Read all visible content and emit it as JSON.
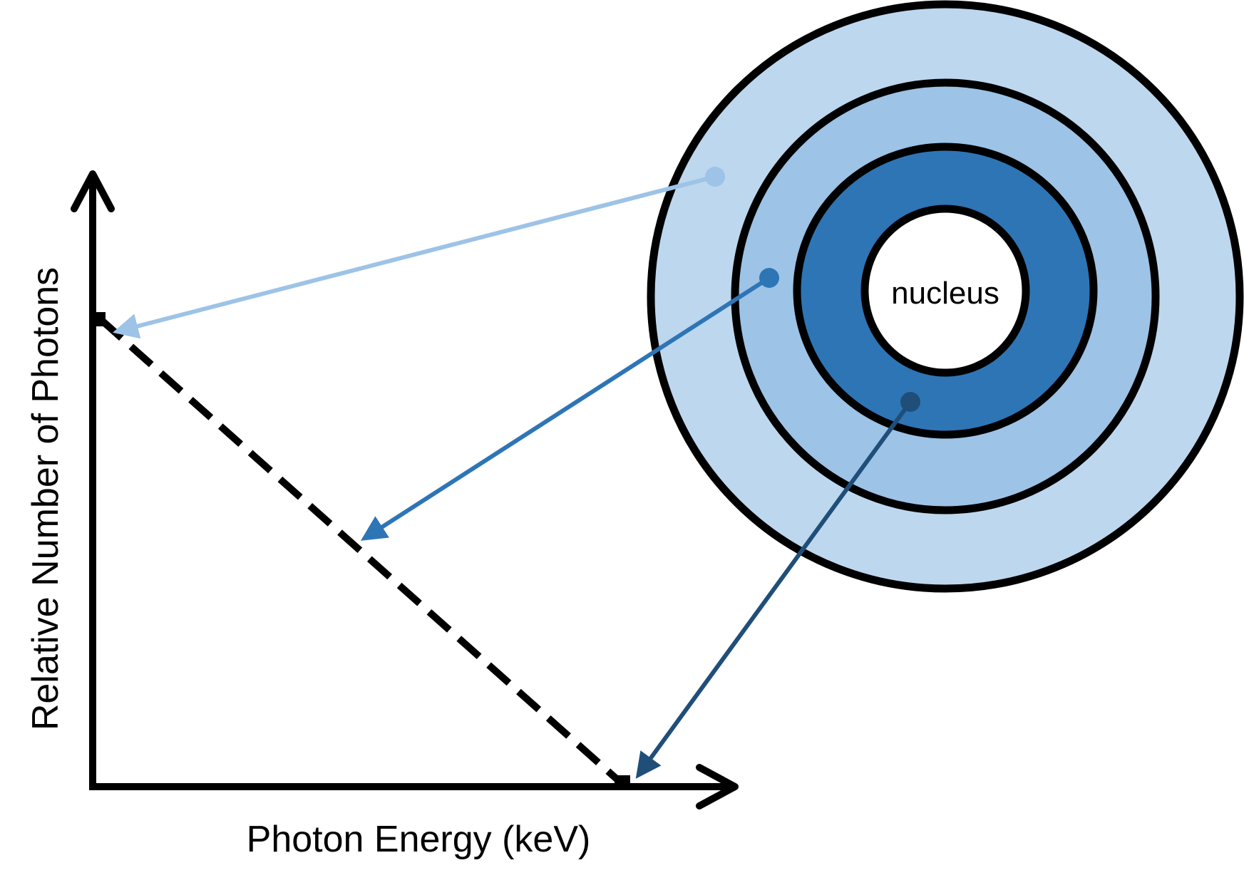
{
  "diagram": {
    "x_axis_label": "Photon Energy (keV)",
    "y_axis_label": "Relative Number of Photons",
    "nucleus_label": "nucleus"
  },
  "colors": {
    "outer_shell": "#bdd7ee",
    "middle_shell": "#9dc3e6",
    "inner_shell": "#2e75b6",
    "nucleus": "#ffffff",
    "outline": "#000000",
    "outer_electron_arrow": "#9dc3e6",
    "middle_electron_arrow": "#2e75b6",
    "inner_electron_arrow": "#1f4e79",
    "spectrum_line": "#000000"
  }
}
